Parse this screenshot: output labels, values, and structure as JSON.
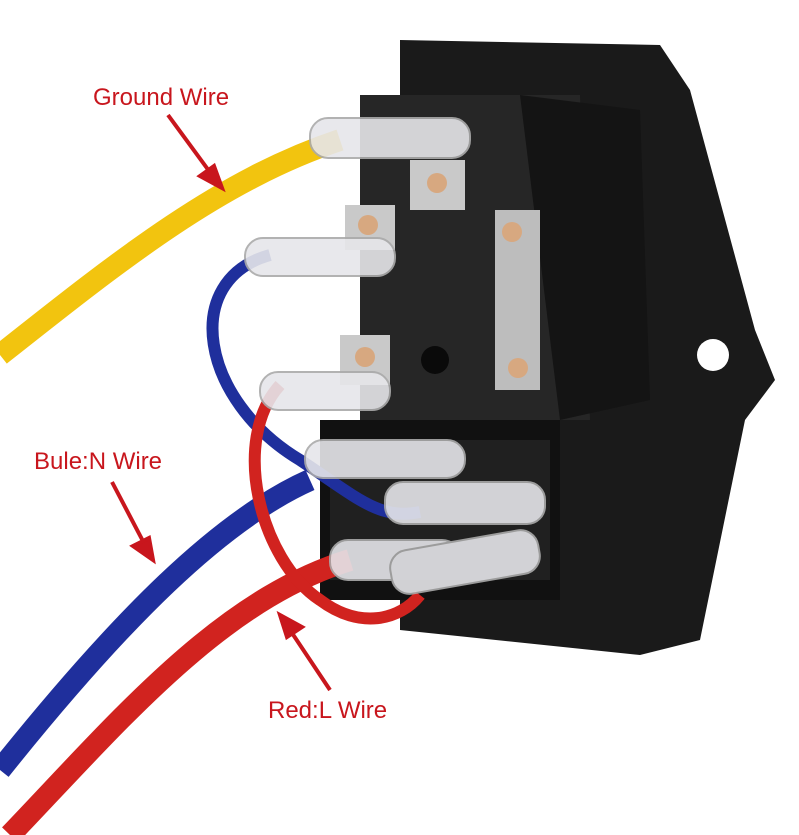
{
  "labels": {
    "ground": "Ground Wire",
    "neutral": "Bule:N Wire",
    "live": "Red:L Wire"
  },
  "colors": {
    "label_text": "#c8161d",
    "arrow": "#c8161d",
    "housing": "#1c1c1c",
    "ground_wire": "#f2c40f",
    "neutral_wire": "#1f2f9c",
    "live_wire": "#d1231f"
  }
}
